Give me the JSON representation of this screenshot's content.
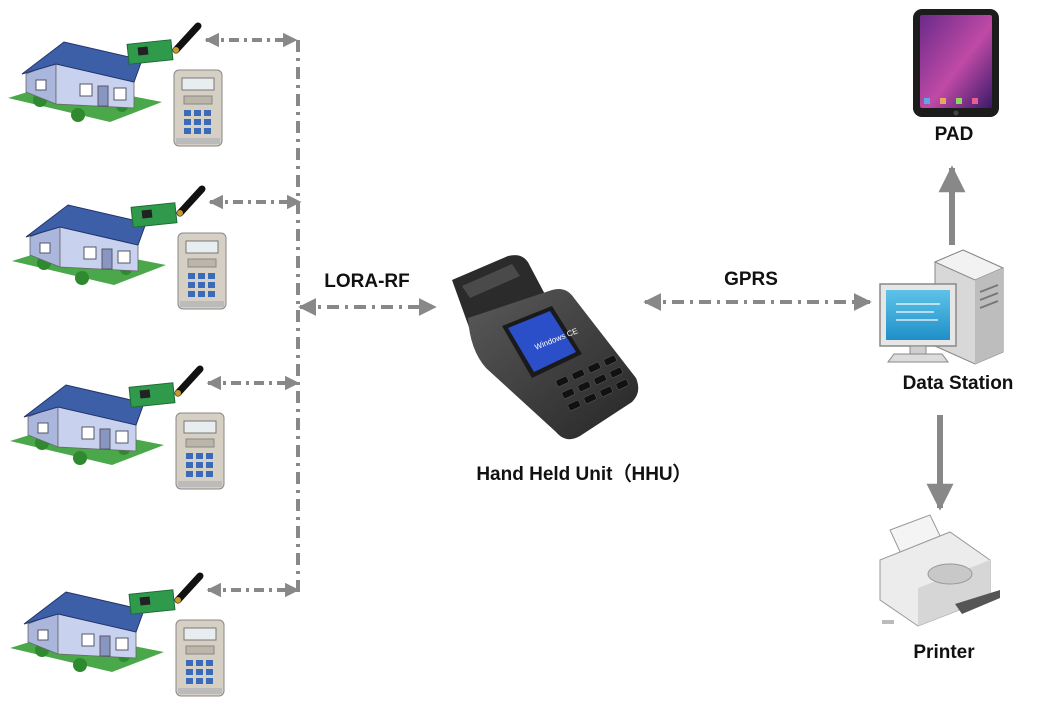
{
  "labels": {
    "lora": "LORA-RF",
    "gprs": "GPRS",
    "hhu": "Hand Held Unit（HHU）",
    "pad": "PAD",
    "station": "Data Station",
    "printer": "Printer"
  },
  "houses": [
    {
      "id": 1,
      "meter": "gas-meter",
      "module": "lora-module"
    },
    {
      "id": 2,
      "meter": "gas-meter",
      "module": "lora-module"
    },
    {
      "id": 3,
      "meter": "gas-meter",
      "module": "lora-module"
    },
    {
      "id": 4,
      "meter": "gas-meter",
      "module": "lora-module"
    }
  ],
  "hhu_screen": {
    "brand": "Windows CE"
  },
  "colors": {
    "arrow": "#888888",
    "roof": "#3d5fa8",
    "wall": "#c8d2ee",
    "grass": "#4aa84a",
    "device": "#3a3a3a",
    "screen": "#2a4fc8",
    "pcb": "#2f9a4c"
  }
}
